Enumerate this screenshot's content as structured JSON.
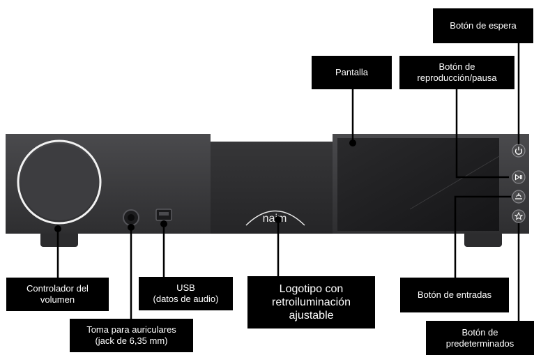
{
  "brand_logo": "naim",
  "labels": {
    "volume": "Controlador del\nvolumen",
    "headphones": "Toma para auriculares\n(jack de 6,35 mm)",
    "usb": "USB\n(datos de audio)",
    "logo": "Logotipo con\nretroiluminación\najustable",
    "display": "Pantalla",
    "play_pause": "Botón de\nreproducción/pausa",
    "standby": "Botón de espera",
    "inputs": "Botón de entradas",
    "presets": "Botón de\npredeterminados"
  },
  "icons": {
    "standby": "power-icon",
    "play_pause": "play-pause-icon",
    "inputs": "input-icon",
    "presets": "star-icon"
  },
  "colors": {
    "label_bg": "#000000",
    "label_text": "#ffffff",
    "chassis": "#3a3a3c",
    "chassis_center": "#2b2b2d",
    "display": "#1c1c1e",
    "button": "#4a4a4c"
  }
}
